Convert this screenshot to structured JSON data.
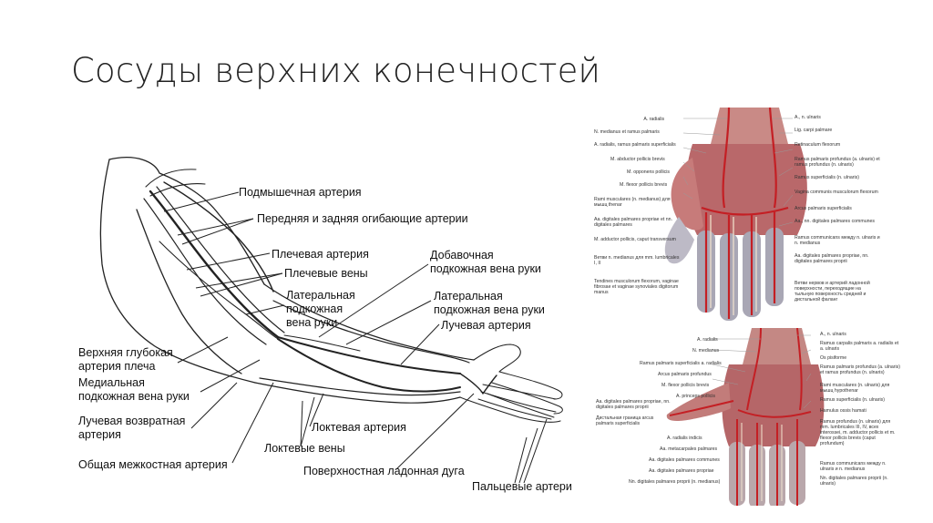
{
  "slide": {
    "title": "Сосуды верхних конечностей"
  },
  "arm_figure": {
    "labels": {
      "axillary_artery": "Подмышечная артерия",
      "circumflex_arteries": "Передняя и задняя огибающие артерии",
      "brachial_artery": "Плечевая артерия",
      "brachial_veins": "Плечевые вены",
      "lateral_vein": [
        "Латеральная",
        "подкожная",
        "вена руки"
      ],
      "accessory_vein": [
        "Добавочная",
        "подкожная вена руки"
      ],
      "lateral_vein_forearm": [
        "Латеральная",
        "подкожная вена руки"
      ],
      "radial_artery": "Лучевая артерия",
      "deep_brachial_artery": [
        "Верхняя глубокая",
        "артерия плеча"
      ],
      "medial_vein": [
        "Медиальная",
        "подкожная вена руки"
      ],
      "radial_recurrent_artery": [
        "Лучевая возвратная",
        "артерия"
      ],
      "ulnar_artery": "Локтевая артерия",
      "ulnar_veins": "Локтевые вены",
      "common_interosseous_artery": "Общая межкостная артерия",
      "superficial_palmar_arch": "Поверхностная ладонная дуга",
      "digital_arteries": "Пальцевые артери"
    }
  },
  "hand_top": {
    "left_labels": [
      "A. radialis",
      "N. medianus et ramus palmaris",
      "A. radialis, ramus palmaris superficialis",
      "M. abductor pollicis brevis",
      "M. opponens pollicis",
      "M. flexor pollicis brevis",
      "Rami musculares (n. medianus) для мышц thenar",
      "Aa. digitales palmares propriae et nn. digitales palmares",
      "M. adductor pollicis, caput transversum",
      "Ветви n. medianus для mm. lumbricales I, II",
      "Tendines musculorum flexorum, vaginae fibrosae et vaginae synoviales digitorum manus"
    ],
    "right_labels": [
      "A., n. ulnaris",
      "Lig. carpi palmare",
      "Retinaculum flexorum",
      "Ramus palmaris profundus (a. ulnaris) et ramus profundus (n. ulnaris)",
      "Ramus superficialis (n. ulnaris)",
      "Vagina communis musculorum flexorum",
      "Arcus palmaris superficialis",
      "Aa., nn. digitales palmares communes",
      "Ramus communicans между n. ulnaris и n. medianus",
      "Aa. digitales palmares propriae, nn. digitales palmares proprii",
      "Ветви нервов и артерий ладонной поверхности, переходящие на тыльную поверхность средней и дистальной фаланг"
    ]
  },
  "hand_bottom": {
    "left_labels": [
      "A. radialis",
      "N. medianus",
      "Ramus palmaris superficialis a. radialis",
      "Arcus palmaris profundus",
      "M. flexor pollicis brevis",
      "A. princeps pollicis",
      "Aa. digitales palmares propriae, nn. digitales palmares proprii",
      "Дистальная граница arcus palmaris superficialis",
      "A. radialis indicis",
      "Aa. metacarpales palmares",
      "Aa. digitales palmares communes",
      "Aa. digitales palmares propriae",
      "Nn. digitales palmares proprii (n. medianus)"
    ],
    "right_labels": [
      "A., n. ulnaris",
      "Ramus carpalis palmaris a. radialis et a. ulnaris",
      "Os pisiforme",
      "Ramus palmaris profundus (a. ulnaris) et ramus profundus (n. ulnaris)",
      "Rami musculares (n. ulnaris) для мышц hypothenar",
      "Ramus superficialis (n. ulnaris)",
      "Hamulus ossis hamati",
      "Ramus profundus (n. ulnaris) для mm. lumbricales III, IV, всех interossei, m. adductor pollicis et m. flexor pollicis brevis (caput profundum)",
      "Ramus communicans между n. ulnaris и n. medianus",
      "Nn. digitales palmares proprii (n. ulnaris)"
    ]
  }
}
